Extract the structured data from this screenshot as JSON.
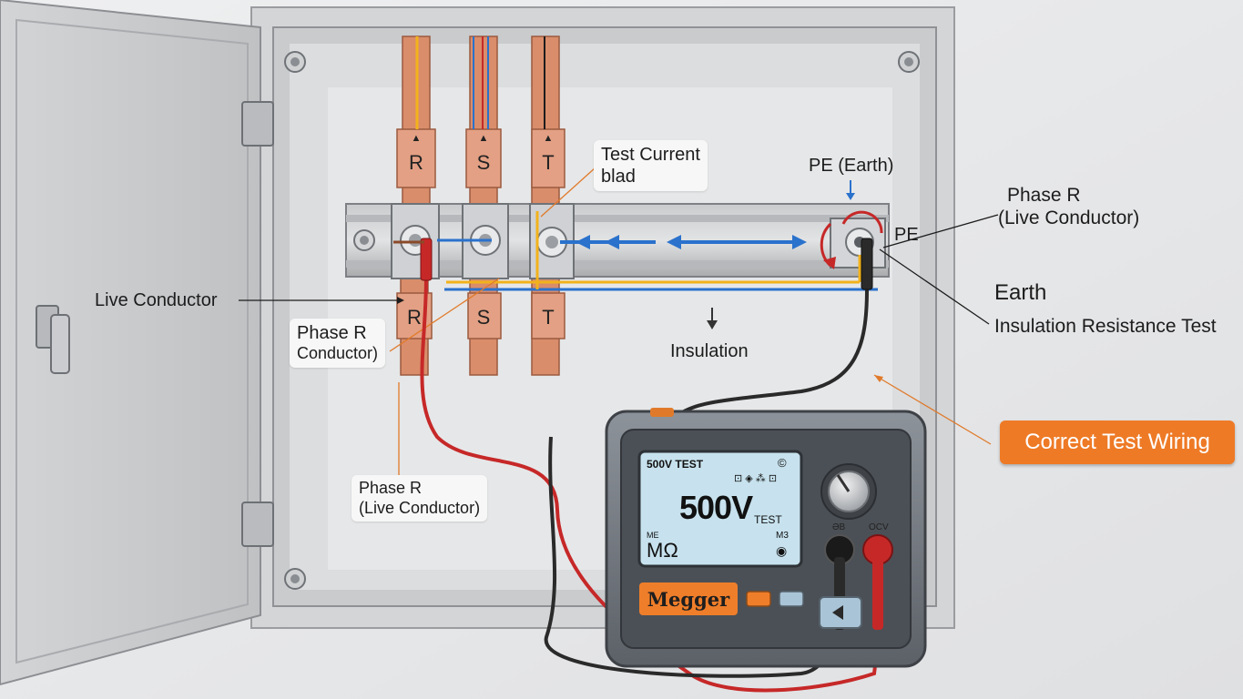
{
  "busbars": {
    "top": [
      "R",
      "S",
      "T"
    ],
    "bottom": [
      "R",
      "S",
      "T"
    ]
  },
  "labels": {
    "live_conductor": "Live Conductor",
    "test_current": [
      "Test Current",
      "blad"
    ],
    "pe_earth": "PE (Earth)",
    "pe": "PE",
    "phase_r_right": [
      "Phase R",
      "(Live Conductor)"
    ],
    "earth": "Earth",
    "insulation_resistance_test": "Insulation Resistance Test",
    "insulation": "Insulation",
    "phase_r_left": [
      "Phase R",
      "Conductor)"
    ],
    "phase_r_lower": [
      "Phase R",
      "(Live Conductor)"
    ],
    "correct_test_wiring": "Correct Test Wiring"
  },
  "meter": {
    "brand": "Megger",
    "lcd_header": "500V TEST",
    "lcd_icons": "⊡ ◈ ⁂ ⊡",
    "lcd_copyright": "©",
    "lcd_value": "500V",
    "lcd_value_suffix": "TEST",
    "lcd_unit_small": "MΕ",
    "lcd_unit": "MΩ",
    "lcd_m3": "M3",
    "terminal_left": "ƏB",
    "terminal_right": "OCV"
  },
  "colors": {
    "accent_orange": "#ee7a26",
    "busbar_copper": "#dc8f6e",
    "test_current_blue": "#2a72cc",
    "test_lead_red": "#c62828",
    "test_lead_black": "#2a2a2a",
    "lcd_background": "#c7e2ee"
  }
}
